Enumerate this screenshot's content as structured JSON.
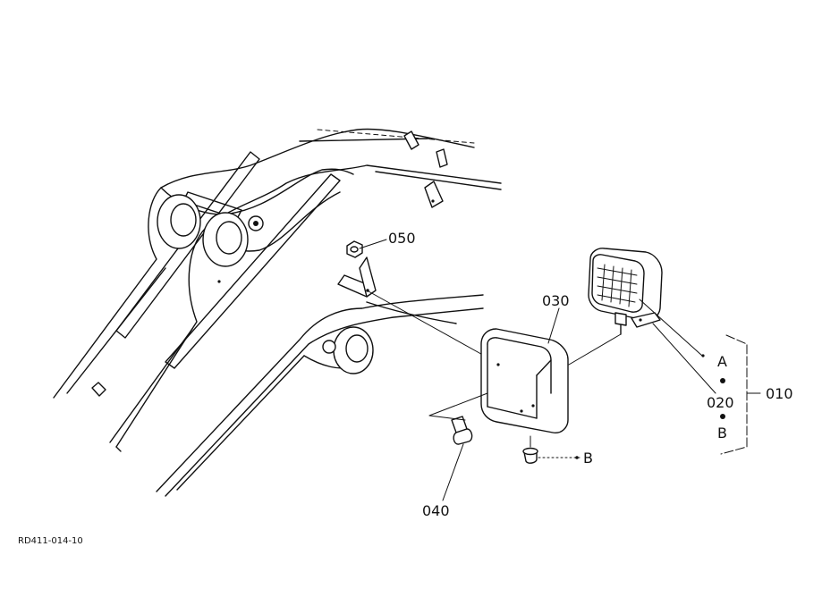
{
  "callouts": {
    "p010": "010",
    "p020": "020",
    "p030": "030",
    "p040": "040",
    "p050": "050",
    "ref_a": "A",
    "ref_b_group": "B",
    "ref_b_plug": "B"
  },
  "drawing_code": "RD411-014-10"
}
